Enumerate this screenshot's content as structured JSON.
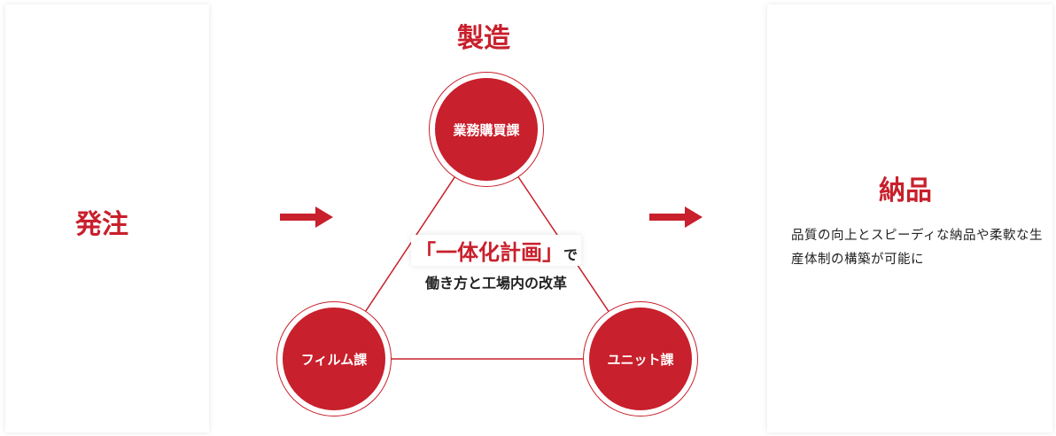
{
  "flow": {
    "order": "発注",
    "manufacturing": "製造",
    "delivery": "納品",
    "delivery_description": "品質の向上とスピーディな納品や柔軟な生産体制の構築が可能に"
  },
  "diagram": {
    "nodes": {
      "top": "業務購買課",
      "left": "フィルム課",
      "right": "ユニット課"
    },
    "center": {
      "highlight": "「一体化計画」",
      "suffix": "で",
      "line2": "働き方と工場内の改革"
    }
  },
  "colors": {
    "accent": "#c8202c",
    "text": "#222222"
  },
  "icons": {
    "arrow": "arrow-right-icon"
  }
}
